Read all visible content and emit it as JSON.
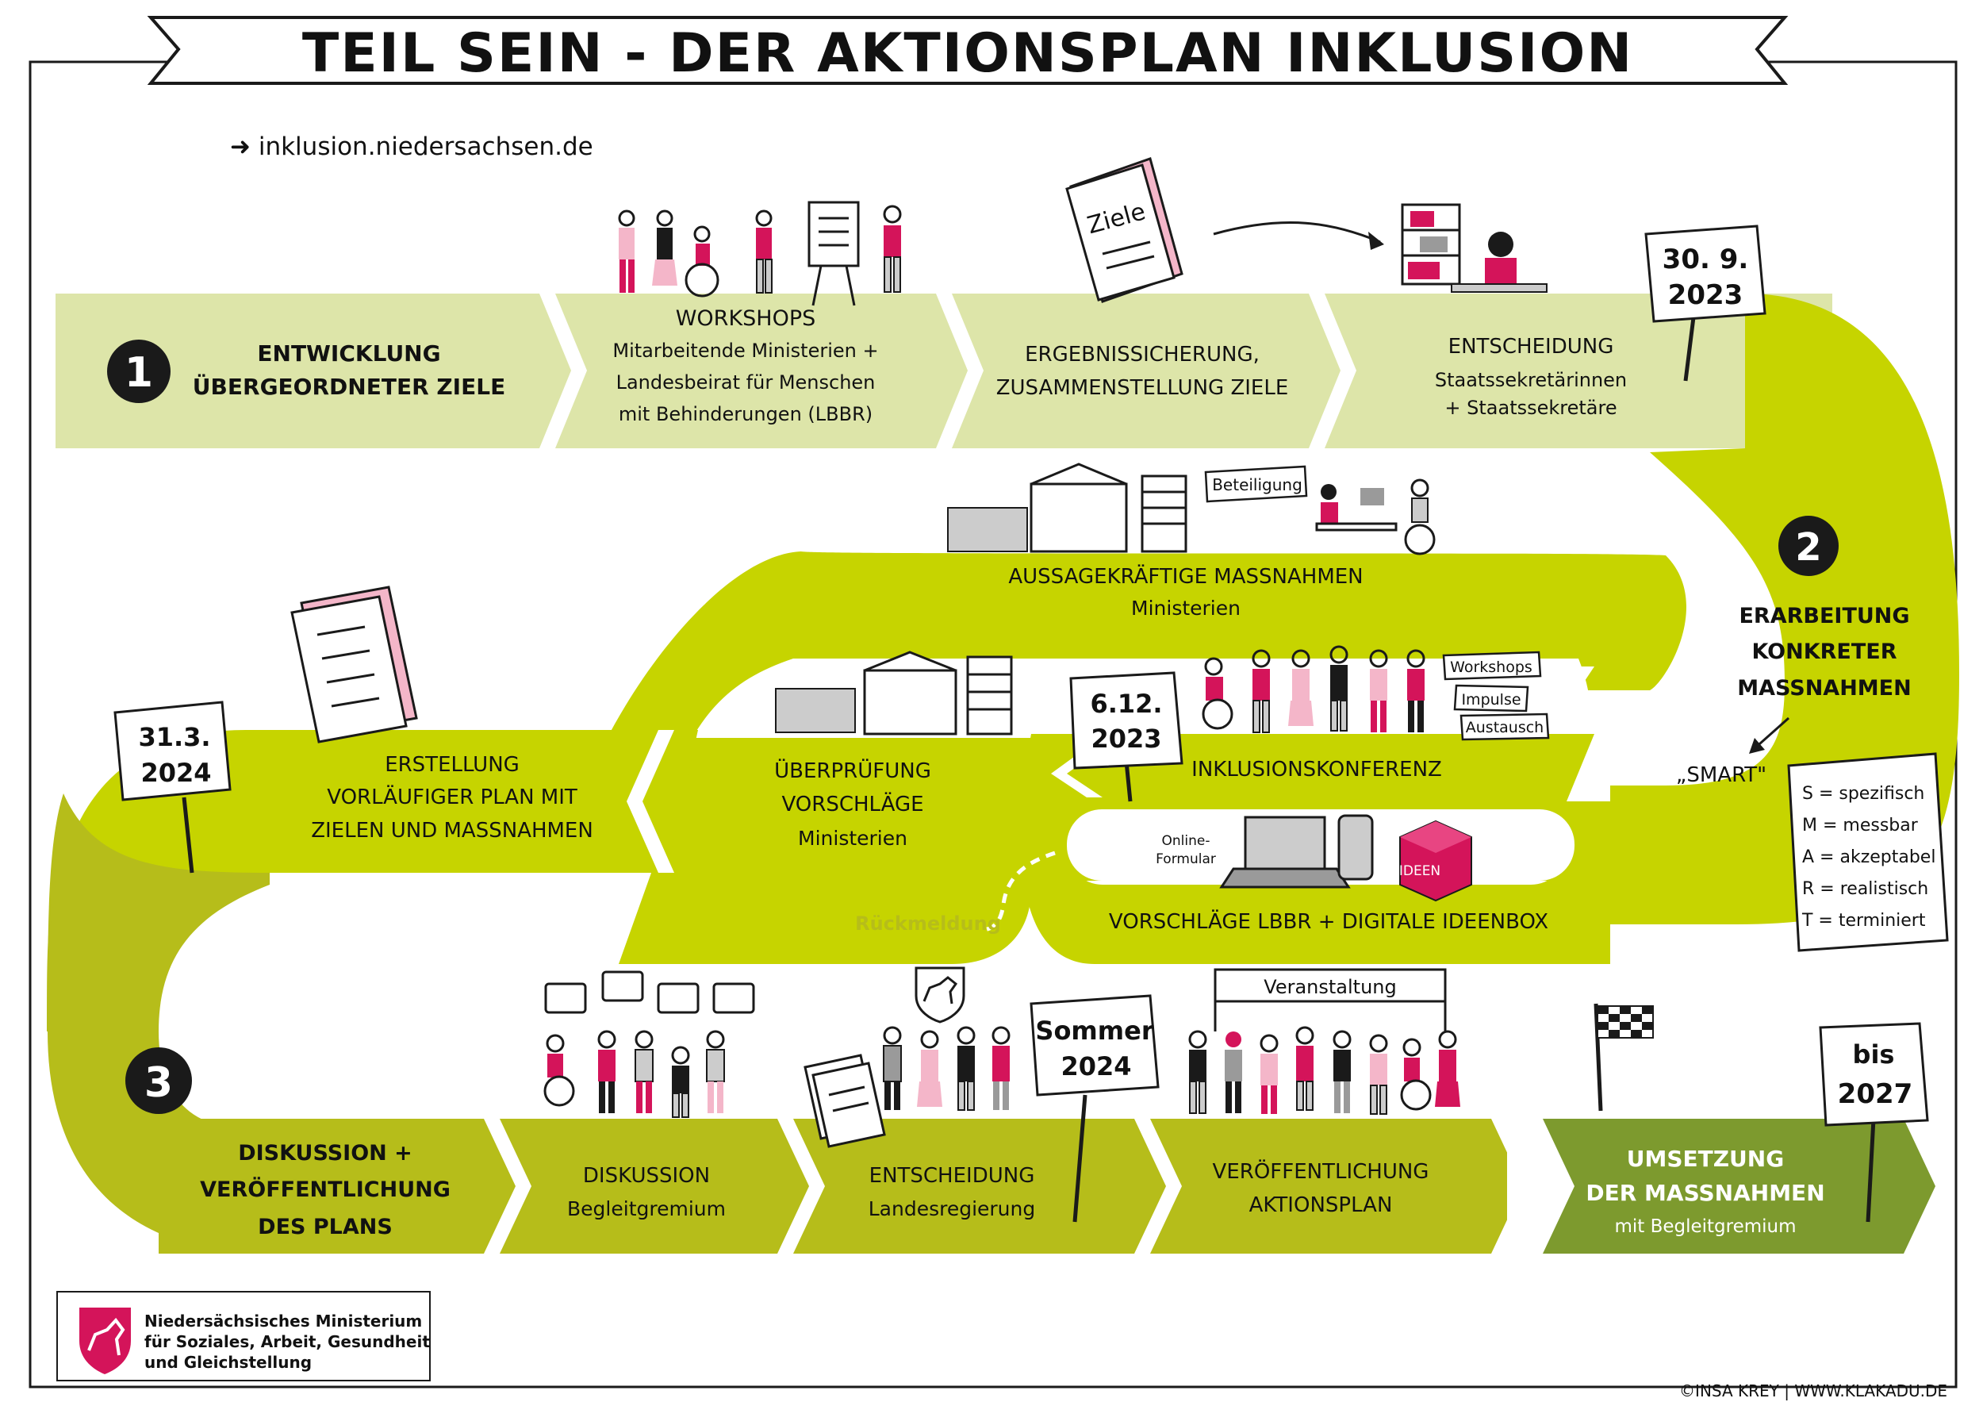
{
  "title": "TEIL SEIN - DER AKTIONSPLAN INKLUSION",
  "website": "inklusion.niedersachsen.de",
  "colors": {
    "light_green": "#dde5a9",
    "mid_green": "#c6d400",
    "olive_green": "#b6bd1a",
    "dark_green": "#7d9a2e",
    "magenta": "#d4145a",
    "ink": "#1a1a1a"
  },
  "phase1": {
    "number": "1",
    "title_l1": "ENTWICKLUNG",
    "title_l2": "ÜBERGEORDNETER ZIELE",
    "workshops_title": "WORKSHOPS",
    "workshops_l1": "Mitarbeitende Ministerien +",
    "workshops_l2": "Landesbeirat für Menschen",
    "workshops_l3": "mit Behinderungen (LBBR)",
    "ergebnis_l1": "ERGEBNISSICHERUNG,",
    "ergebnis_l2": "ZUSAMMENSTELLUNG ZIELE",
    "book_label": "Ziele",
    "entscheidung_title": "ENTSCHEIDUNG",
    "entscheidung_l1": "Staatssekretärinnen",
    "entscheidung_l2": "+ Staatssekretäre",
    "sign_l1": "30. 9.",
    "sign_l2": "2023"
  },
  "phase2": {
    "number": "2",
    "title_l1": "ERARBEITUNG",
    "title_l2": "KONKRETER",
    "title_l3": "MASSNAHMEN",
    "smart_label": "„SMART\"",
    "smart_items": [
      "S = spezifisch",
      "M = messbar",
      "A = akzeptabel",
      "R = realistisch",
      "T = terminiert"
    ],
    "beteiligung": "Beteiligung",
    "massnahmen_title": "AUSSAGEKRÄFTIGE MASSNAHMEN",
    "massnahmen_sub": "Ministerien",
    "konferenz_title": "INKLUSIONSKONFERENZ",
    "konferenz_tags": [
      "Workshops",
      "Impulse",
      "Austausch"
    ],
    "konferenz_sign_l1": "6.12.",
    "konferenz_sign_l2": "2023",
    "online_l1": "Online-",
    "online_l2": "Formular",
    "ideen": "IDEEN",
    "vorschlaege_title": "VORSCHLÄGE LBBR + DIGITALE IDEENBOX",
    "pruefung_l1": "ÜBERPRÜFUNG",
    "pruefung_l2": "VORSCHLÄGE",
    "pruefung_sub": "Ministerien",
    "rueckmeldung": "Rückmeldung",
    "erstellung_l1": "ERSTELLUNG",
    "erstellung_l2": "VORLÄUFIGER PLAN MIT",
    "erstellung_l3": "ZIELEN UND MASSNAHMEN",
    "erstellung_sign_l1": "31.3.",
    "erstellung_sign_l2": "2024"
  },
  "phase3": {
    "number": "3",
    "title_l1": "DISKUSSION +",
    "title_l2": "VERÖFFENTLICHUNG",
    "title_l3": "DES PLANS",
    "diskussion_title": "DISKUSSION",
    "diskussion_sub": "Begleitgremium",
    "entscheidung_title": "ENTSCHEIDUNG",
    "entscheidung_sub": "Landesregierung",
    "sommer_l1": "Sommer",
    "sommer_l2": "2024",
    "veranstaltung": "Veranstaltung",
    "veroeff_l1": "VERÖFFENTLICHUNG",
    "veroeff_l2": "AKTIONSPLAN",
    "umsetzung_l1": "UMSETZUNG",
    "umsetzung_l2": "DER MASSNAHMEN",
    "umsetzung_sub": "mit Begleitgremium",
    "bis_l1": "bis",
    "bis_l2": "2027"
  },
  "ministry": {
    "l1": "Niedersächsisches Ministerium",
    "l2": "für Soziales, Arbeit, Gesundheit",
    "l3": "und Gleichstellung"
  },
  "credit": "©INSA KREY  |  WWW.KLAKADU.DE"
}
